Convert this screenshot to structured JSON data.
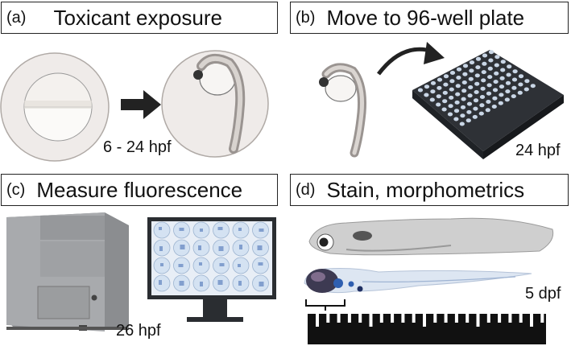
{
  "panels": [
    {
      "tag": "(a)",
      "title": "Toxicant exposure",
      "time": "6 - 24 hpf"
    },
    {
      "tag": "(b)",
      "title": "Move to 96-well plate",
      "time": "24 hpf"
    },
    {
      "tag": "(c)",
      "title": "Measure fluorescence",
      "time": "26 hpf"
    },
    {
      "tag": "(d)",
      "title": "Stain, morphometrics",
      "time": "5 dpf"
    }
  ],
  "colors": {
    "border": "#222222",
    "egg_fill": "#efebe9",
    "plate_dark": "#3a3d42",
    "well": "#c9d6e6",
    "arrow": "#222222",
    "stain_blue": "#2f5fb0"
  }
}
